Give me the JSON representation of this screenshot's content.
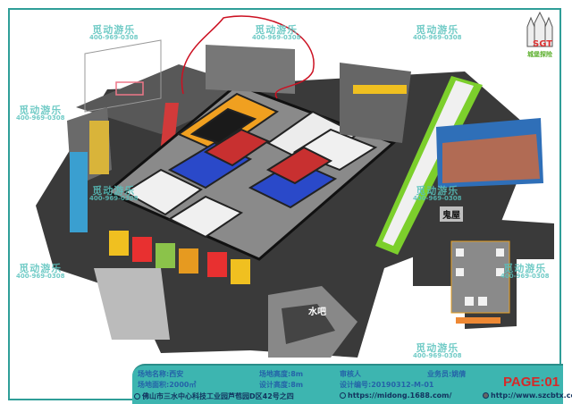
{
  "watermark": {
    "brand": "觅动游乐",
    "phone": "400-969-0308"
  },
  "zones": {
    "haunted_house": "鬼屋",
    "water_bar": "水吧"
  },
  "logo": {
    "text": "城堡探险",
    "letters": "SGT"
  },
  "footer": {
    "venue_name": "场地名称:西安",
    "venue_area": "场地面积:2000㎡",
    "venue_height": "场地高度:8m",
    "design_height": "设计高度:8m",
    "reviewer": "审核人",
    "design_number": "设计编号:20190312-M-01",
    "salesperson": "业务员:姚倩",
    "page": "PAGE:01",
    "address": "佛山市三水中心科技工业园芦苞园D区42号之四",
    "shop_url": "https://midong.1688.com/",
    "website": "http://www.szcbtx.com"
  },
  "colors": {
    "frame": "#2f9e98",
    "footer_bg": "#3db5b0",
    "page_label": "#d42a2a",
    "slide": "#7ccf2c"
  }
}
